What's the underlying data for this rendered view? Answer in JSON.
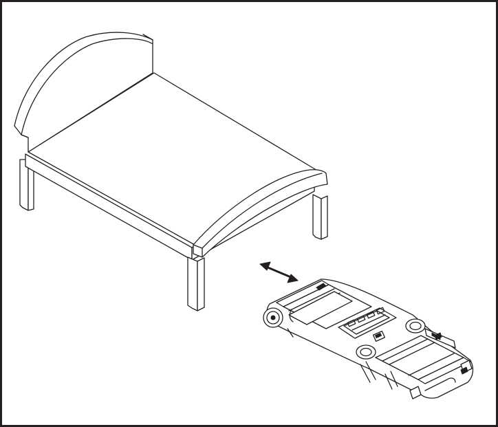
{
  "figure": {
    "objects": [
      "bed",
      "folded-treadmill",
      "slide-direction-arrow"
    ],
    "colors": {
      "line": "#231f20",
      "background": "#ffffff"
    }
  }
}
